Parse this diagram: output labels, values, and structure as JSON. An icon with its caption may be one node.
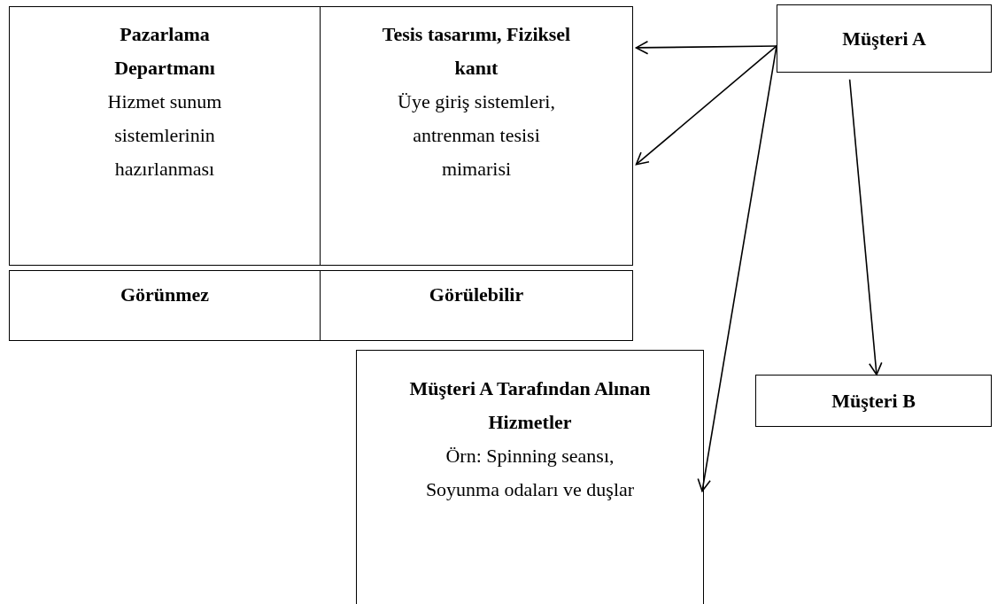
{
  "diagram": {
    "nodes": [
      {
        "text": [
          "Pazarlama Departmanı",
          "Hizmet sunum sistemlerinin hazırlanması"
        ]
      },
      {
        "text": [
          "Tesis tasarımı, Fiziksel kanıt",
          "Üye giriş sistemleri, antrenman tesisi mimarisi"
        ]
      },
      {
        "text": [
          "Görünmez"
        ]
      },
      {
        "text": [
          "Görülebilir"
        ]
      },
      {
        "text": [
          "Müşteri A"
        ]
      },
      {
        "text": [
          "Müşteri B"
        ]
      },
      {
        "text": [
          "Müşteri A Tarafından Alınan Hizmetler",
          "Örn: Spinning seansı, Soyunma odaları ve duşlar"
        ]
      }
    ],
    "edges": [
      {
        "from": 4,
        "to": 1,
        "arrow": "to"
      },
      {
        "from": 4,
        "to": 1,
        "arrow": "to"
      },
      {
        "from": 4,
        "to": 6,
        "arrow": "to"
      },
      {
        "from": 4,
        "to": 5,
        "arrow": "to"
      }
    ]
  }
}
